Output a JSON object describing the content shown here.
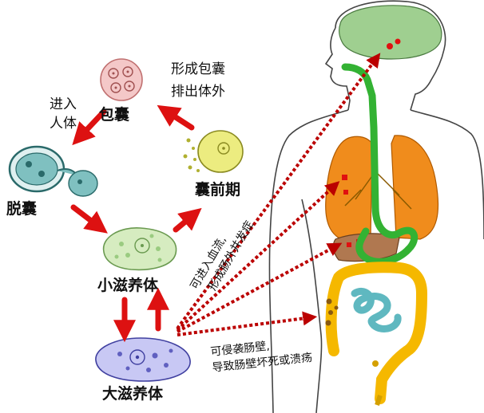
{
  "stages": {
    "cyst": "包囊",
    "excystation": "脱囊",
    "small_trophozoite": "小滋养体",
    "precyst": "囊前期",
    "large_trophozoite": "大滋养体"
  },
  "annotations": {
    "enter_line1": "进入",
    "enter_line2": "人体",
    "form_cyst_line1": "形成包囊",
    "form_cyst_line2": "排出体外"
  },
  "pathways": {
    "blood_line1": "可进入血流,",
    "blood_line2": "形成肠外并发症",
    "intestine_line1": "可侵袭肠壁,",
    "intestine_line2": "导致肠壁坏死或溃疡"
  },
  "colors": {
    "cycle_arrow": "#dd1111",
    "spread_arrow": "#bb0000",
    "brain": "#9fcf90",
    "lungs": "#f08c1c",
    "liver": "#b07850",
    "colon": "#f5b800",
    "small_intestine": "#5fb8c0",
    "gi_tract": "#33b233"
  }
}
